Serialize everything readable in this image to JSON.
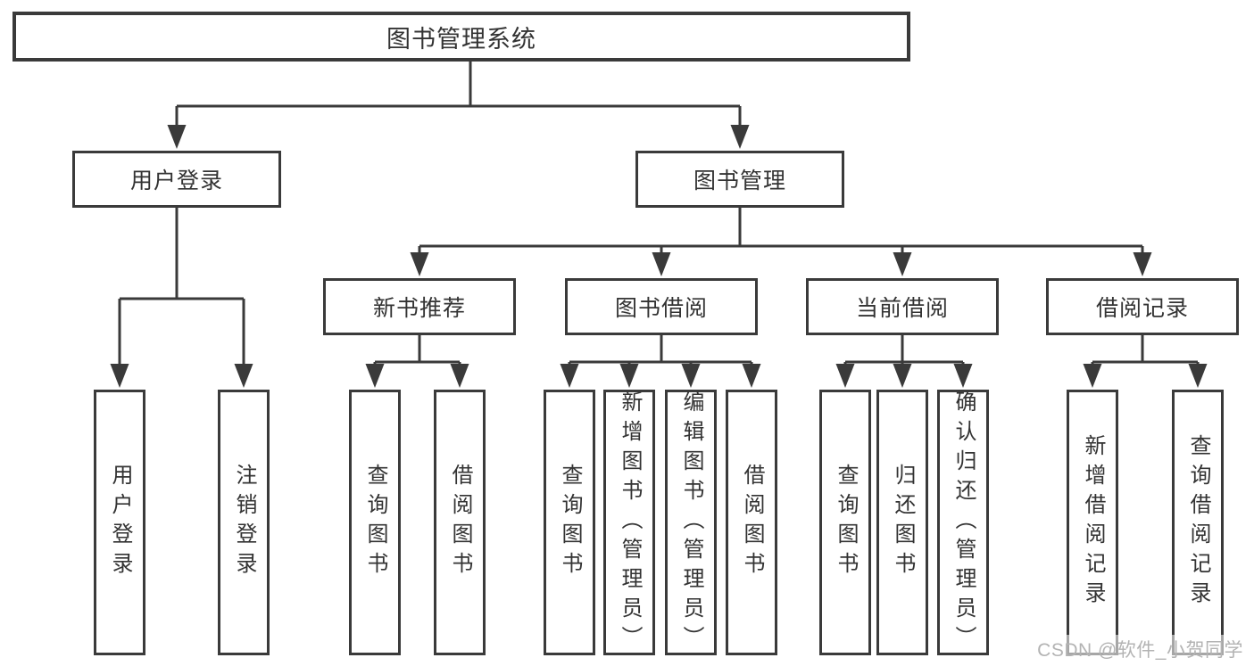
{
  "page": {
    "background": "#ffffff",
    "watermark": "CSDN @软件_小贺同学"
  },
  "styles": {
    "line_color": "#3a3a3a",
    "box_border_color": "#3a3a3a",
    "text_color": "#333333",
    "watermark_color": "#b3b3b3"
  },
  "diagram": {
    "root": {
      "label": "图书管理系统"
    },
    "branches": [
      {
        "label": "用户登录",
        "children": [
          {
            "label": "用户登录"
          },
          {
            "label": "注销登录"
          }
        ]
      },
      {
        "label": "图书管理",
        "children": [
          {
            "label": "新书推荐",
            "children": [
              {
                "label": "查询图书"
              },
              {
                "label": "借阅图书"
              }
            ]
          },
          {
            "label": "图书借阅",
            "children": [
              {
                "label": "查询图书"
              },
              {
                "label": "新增图书（管理员）"
              },
              {
                "label": "编辑图书（管理员）"
              },
              {
                "label": "借阅图书"
              }
            ]
          },
          {
            "label": "当前借阅",
            "children": [
              {
                "label": "查询图书"
              },
              {
                "label": "归还图书"
              },
              {
                "label": "确认归还（管理员）"
              }
            ]
          },
          {
            "label": "借阅记录",
            "children": [
              {
                "label": "新增借阅记录"
              },
              {
                "label": "查询借阅记录"
              }
            ]
          }
        ]
      }
    ]
  }
}
